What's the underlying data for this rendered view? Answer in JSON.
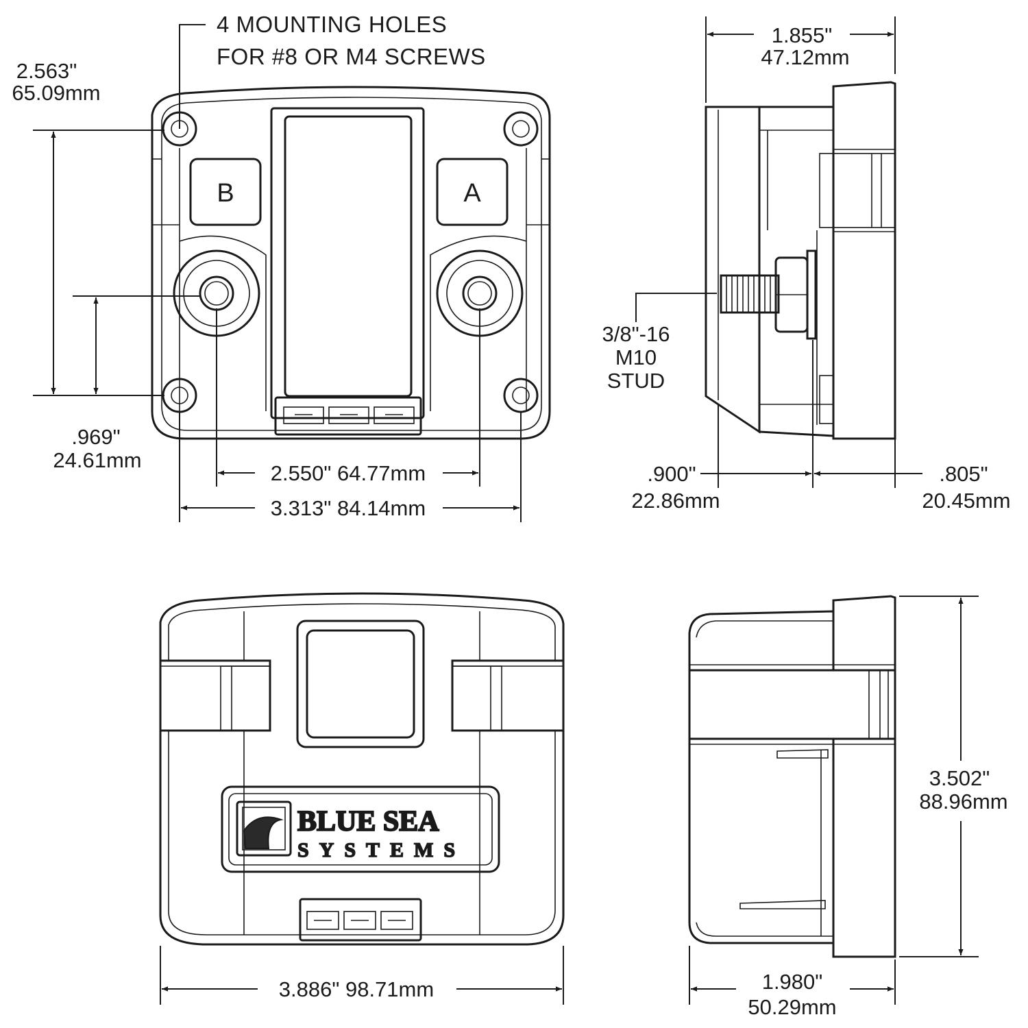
{
  "notes": {
    "mounting_line1": "4 MOUNTING HOLES",
    "mounting_line2": "FOR #8 OR M4 SCREWS"
  },
  "buttons": {
    "left": "B",
    "right": "A"
  },
  "stud": {
    "line1": "3/8\"-16",
    "line2": "M10",
    "line3": "STUD"
  },
  "logo": {
    "line1": "BLUE SEA",
    "line2": "SYSTEMS"
  },
  "dimensions": {
    "hole_vertical_in": "2.563\"",
    "hole_vertical_mm": "65.09mm",
    "stud_offset_in": ".969\"",
    "stud_offset_mm": "24.61mm",
    "stud_spacing": "2.550\" 64.77mm",
    "hole_spacing": "3.313\" 84.14mm",
    "side_depth_in": "1.855\"",
    "side_depth_mm": "47.12mm",
    "base_depth_in": ".900\"",
    "base_depth_mm": "22.86mm",
    "cover_depth_in": ".805\"",
    "cover_depth_mm": "20.45mm",
    "overall_width": "3.886\" 98.71mm",
    "overall_height_in": "3.502\"",
    "overall_height_mm": "88.96mm",
    "overall_depth_in": "1.980\"",
    "overall_depth_mm": "50.29mm"
  }
}
